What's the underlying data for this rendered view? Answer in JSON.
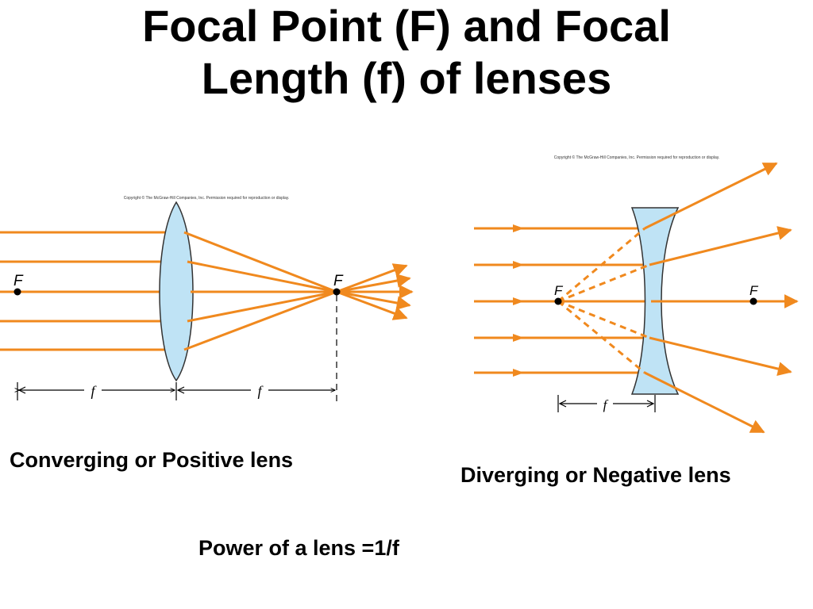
{
  "title": {
    "line1": "Focal Point (F) and Focal",
    "line2": "Length (f) of lenses"
  },
  "converging": {
    "copyright": "Copyright © The McGraw-Hill Companies, Inc. Permission required for reproduction or display.",
    "focal_left_label": "F",
    "focal_right_label": "F",
    "f_label_left": "f",
    "f_label_right": "f",
    "caption": "Converging or Positive lens"
  },
  "diverging": {
    "copyright": "Copyright © The McGraw-Hill Companies, Inc. Permission required for reproduction or display.",
    "focal_left_label": "F",
    "focal_right_label": "F",
    "f_label": "f",
    "caption": "Diverging or Negative lens"
  },
  "formula": "Power of a lens =1/f",
  "colors": {
    "ray": "#f0891e",
    "lens_fill": "#bfe3f5",
    "lens_stroke": "#333333"
  }
}
